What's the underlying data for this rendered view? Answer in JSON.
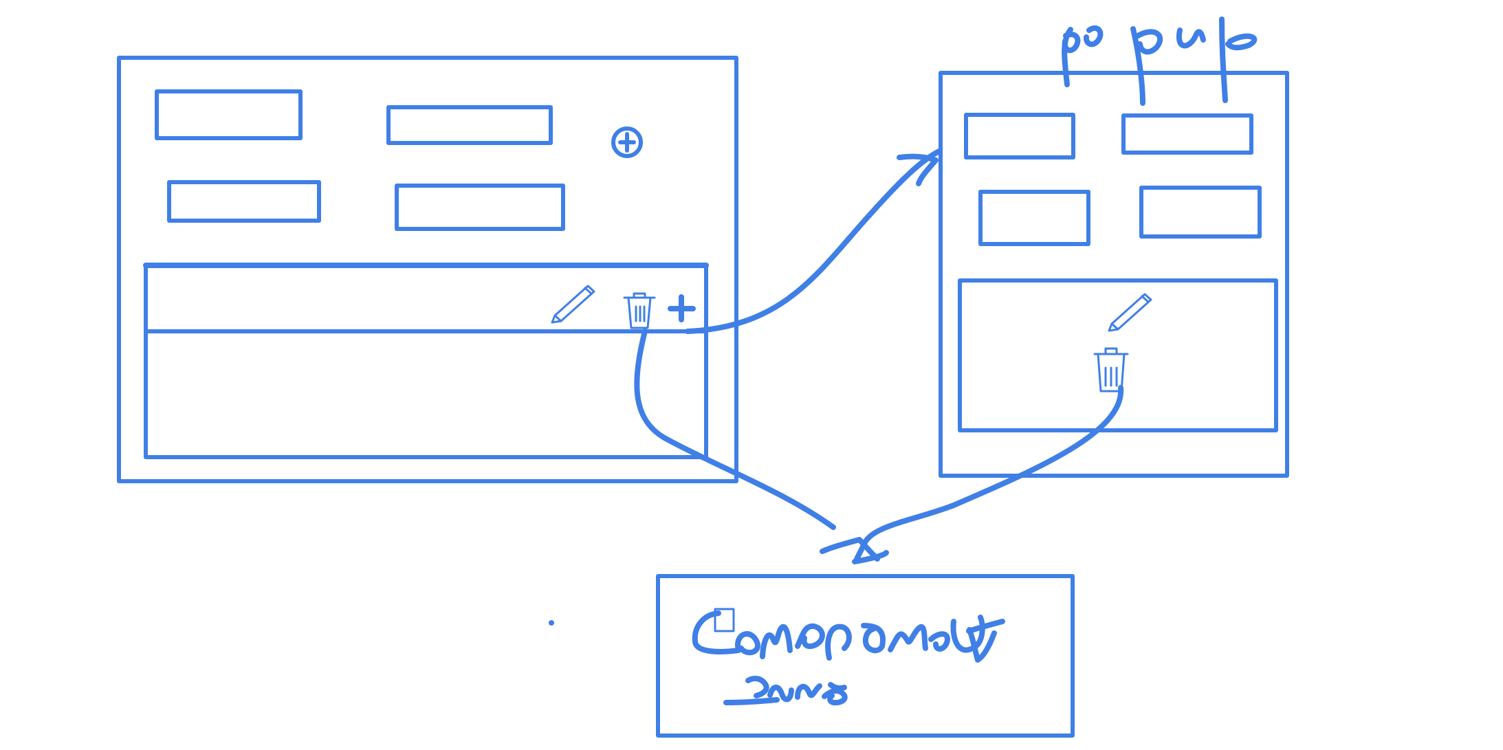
{
  "diagram": {
    "stroke_color": "#3f7fe6",
    "background_color": "#ffffff",
    "labels": {
      "popup": "popup",
      "component": "Component",
      "save": "save"
    },
    "icons": {
      "main_add": "add-circle-icon",
      "table_edit": "pencil-icon",
      "table_delete": "trash-icon",
      "table_add": "plus-icon",
      "popup_edit": "pencil-icon",
      "popup_delete": "trash-icon"
    }
  }
}
